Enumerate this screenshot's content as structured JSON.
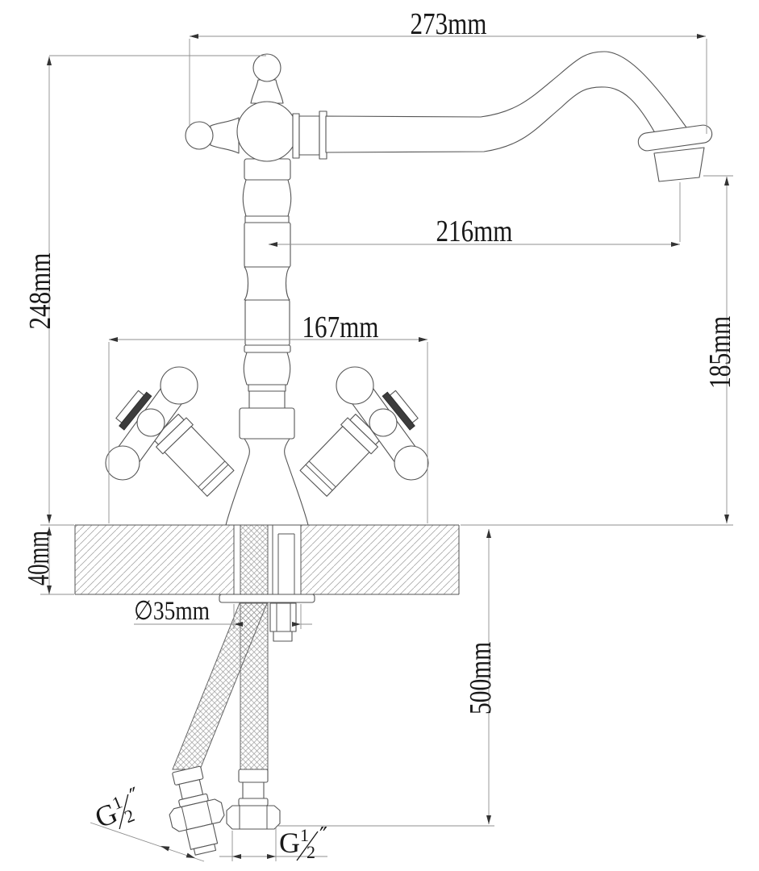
{
  "drawing": {
    "kind": "technical dimension drawing",
    "subject": "two-handle mono basin faucet, front elevation with countertop section",
    "line_color": "#555555",
    "dim_line_color": "#8f8f8f",
    "text_color": "#181818",
    "background": "#ffffff"
  },
  "dimensions": {
    "overall_width": {
      "label": "273mm"
    },
    "spout_reach": {
      "label": "216mm"
    },
    "handle_span": {
      "label": "167mm"
    },
    "body_height": {
      "label": "248mm"
    },
    "outlet_height": {
      "label": "185mm"
    },
    "counter_thickness": {
      "label": "40mm"
    },
    "hose_length": {
      "label": "500mm"
    },
    "mounting_hole": {
      "label": "∅35mm"
    },
    "thread_left": {
      "g": "G",
      "numerator": "1",
      "denominator": "2",
      "inch": "″"
    },
    "thread_right": {
      "g": "G",
      "numerator": "1",
      "denominator": "2",
      "inch": "″"
    }
  }
}
